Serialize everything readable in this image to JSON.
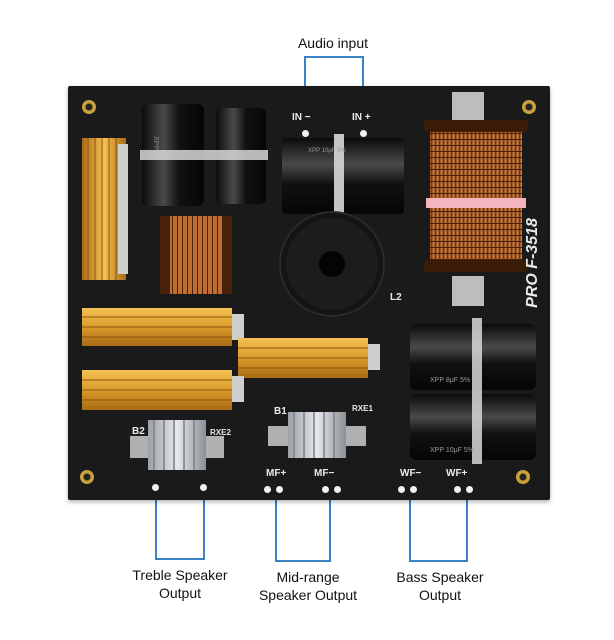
{
  "labels": {
    "audio_input": "Audio input",
    "treble_line1": "Treble Speaker",
    "treble_line2": "Output",
    "mid_line1": "Mid-range",
    "mid_line2": "Speaker Output",
    "bass_line1": "Bass Speaker",
    "bass_line2": "Output"
  },
  "silkscreen": {
    "in_minus": "IN −",
    "in_plus": "IN +",
    "mf_plus": "MF+",
    "mf_minus": "MF−",
    "wf_minus": "WF−",
    "wf_plus": "WF+",
    "b1": "B1",
    "b2": "B2",
    "rxe1": "RXE1",
    "rxe2": "RXE2",
    "l2": "L2",
    "model": "PRO F-3518"
  },
  "colors": {
    "board": "#1a1a1a",
    "callout_line": "#3b82c4",
    "copper": "#b8652a",
    "resistor_gold": "#d99b2b"
  }
}
